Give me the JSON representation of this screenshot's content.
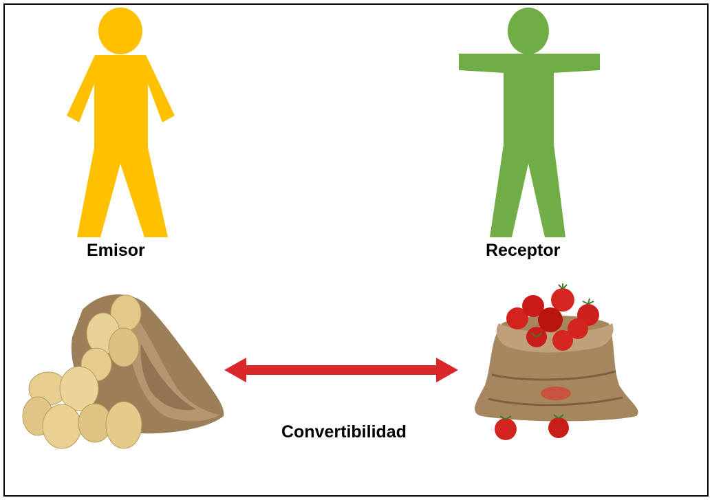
{
  "labels": {
    "emisor": "Emisor",
    "receptor": "Receptor",
    "convertibilidad": "Convertibilidad"
  },
  "figures": {
    "emisor_figure": {
      "icon": "person-arms-down-icon",
      "color": "#FFC000"
    },
    "receptor_figure": {
      "icon": "person-arms-outstretched-icon",
      "color": "#70AD47"
    }
  },
  "images": {
    "left": {
      "icon": "potato-sack-icon"
    },
    "right": {
      "icon": "tomato-sack-icon"
    }
  },
  "connector": {
    "icon": "double-headed-arrow-icon",
    "color": "#D9272A"
  }
}
